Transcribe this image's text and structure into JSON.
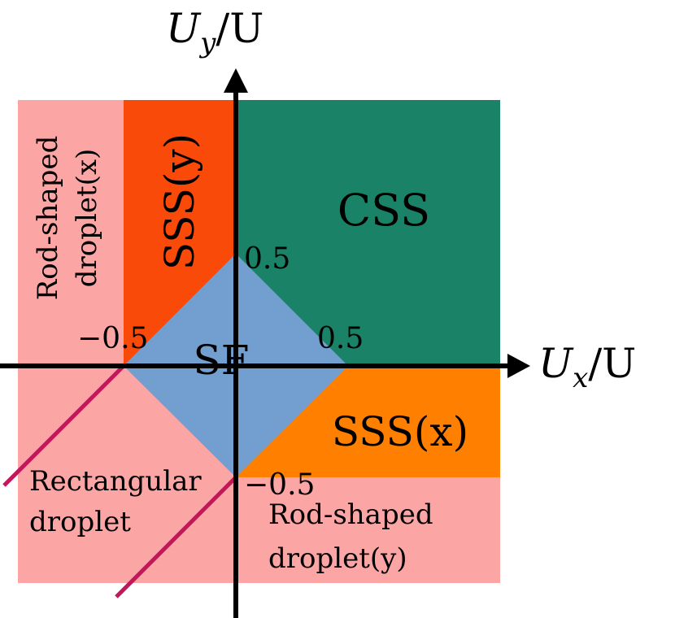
{
  "axes": {
    "x_label_main": "U",
    "x_label_sub": "x",
    "x_label_tail": "/U",
    "y_label_main": "U",
    "y_label_sub": "y",
    "y_label_tail": "/U"
  },
  "ticks": {
    "y_pos": "0.5",
    "x_pos": "0.5",
    "x_neg": "−0.5",
    "y_neg": "−0.5"
  },
  "regions": {
    "css": "CSS",
    "sf": "SF",
    "sss_x": "SSS(x)",
    "sss_y": "SSS(y)",
    "rod_x_line1": "Rod-shaped",
    "rod_x_line2": "droplet(x)",
    "rod_y_line1": "Rod-shaped",
    "rod_y_line2": "droplet(y)",
    "rect_line1": "Rectangular",
    "rect_line2": "droplet"
  },
  "colors": {
    "rod_droplet": "#FCA5A5",
    "sss_y": "#FA4A0A",
    "css": "#1A8266",
    "sss_x": "#FF7F00",
    "sf": "#729FCF",
    "boundary_line": "#C2185B",
    "axis": "#000000"
  }
}
